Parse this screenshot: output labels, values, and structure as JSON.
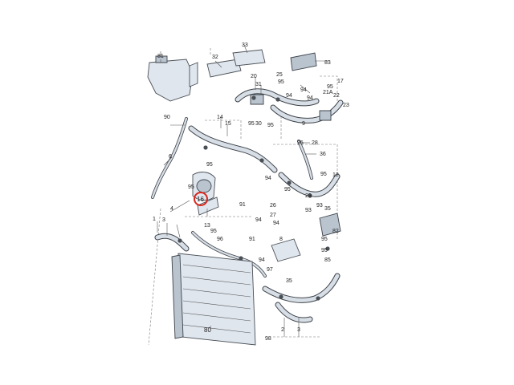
{
  "callouts": {
    "c81": "81",
    "c32": "32",
    "c33": "33",
    "c83": "83",
    "c20": "20",
    "c25a": "25",
    "c31": "31",
    "c95a": "95",
    "c94a": "94",
    "c14": "14",
    "c90": "90",
    "c6": "6",
    "c15": "15",
    "c95b": "95",
    "c95c": "95",
    "c30": "30",
    "c9": "9",
    "c95d": "95",
    "c21a": "21A",
    "c94b": "94",
    "c94c": "94",
    "c22": "22",
    "c23": "23",
    "c17": "17",
    "c28": "28",
    "c36": "36",
    "c95e": "95",
    "c95f": "95",
    "c95g": "95",
    "c95h": "95",
    "c95i": "95",
    "c94d": "94",
    "c16": "16",
    "c13": "13",
    "c91": "91",
    "c12": "12",
    "c82": "82",
    "c35": "35",
    "c26": "26",
    "c27": "27",
    "c29": "29",
    "c93a": "93",
    "c93b": "93",
    "c94e": "94",
    "c94f": "94",
    "c91b": "91",
    "c4": "4",
    "c3": "3",
    "c1": "1",
    "c95j": "95",
    "c96": "96",
    "c97": "97",
    "c94g": "94",
    "c35b": "35",
    "c8": "8",
    "c80": "80",
    "c2": "2",
    "c3b": "3",
    "c98": "98",
    "c85": "85",
    "c95k": "95",
    "c95l": "95"
  },
  "highlight": {
    "label": "16",
    "color": "#d9261c"
  }
}
